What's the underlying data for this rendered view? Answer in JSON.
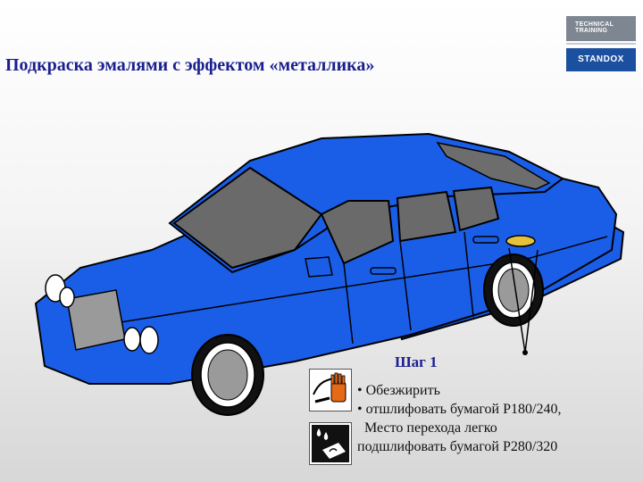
{
  "slide": {
    "title": "Подкраска эмалями с эффектом «металлика»",
    "step_title": "Шаг 1",
    "instructions": [
      "• Обезжирить",
      "• отшлифовать бумагой P180/240,",
      "  Место перехода легко",
      "подшлифовать бумагой P280/320"
    ]
  },
  "logo": {
    "line1": "TECHNICAL",
    "line2": "TRAINING",
    "brand": "STANDOX"
  },
  "colors": {
    "title": "#1a1f8f",
    "car_body": "#1a5ee8",
    "logo_top": "#7e8791",
    "logo_bottom": "#1b4fa0"
  },
  "icons": {
    "degrease": "hand-degrease-icon",
    "sanding": "wet-sanding-icon",
    "car": "car-illustration"
  }
}
